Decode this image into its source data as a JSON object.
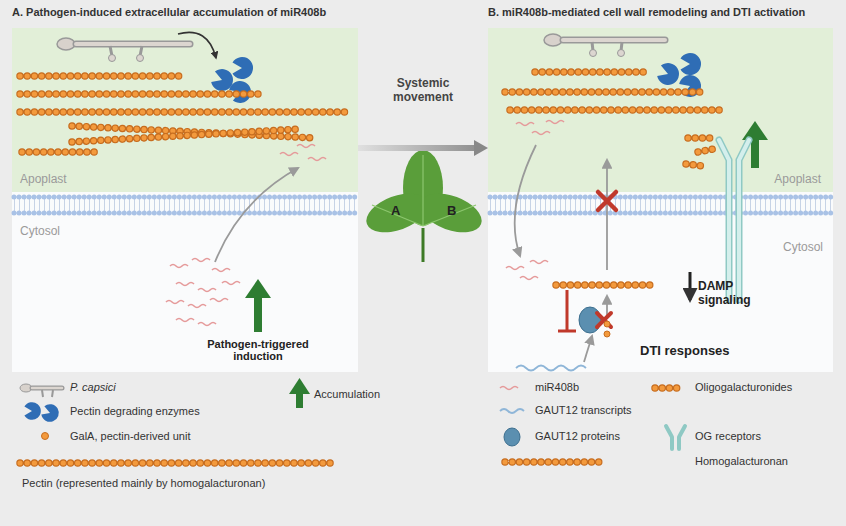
{
  "diagram": {
    "nodes": [
      {
        "text": [
          "A. Pathogen-induced extracellular accumulation of miR408b"
        ]
      },
      {
        "text": [
          "Apoplast"
        ],
        "in": 0
      },
      {
        "text": [
          "Cytosol"
        ],
        "in": 0
      },
      {
        "text": [
          "B. miR408b-mediated cell wall remodeling and DTI activation"
        ]
      },
      {
        "text": [
          "Apoplast"
        ],
        "in": 3
      },
      {
        "text": [
          "Cytosol"
        ],
        "in": 3
      }
    ],
    "edges": [
      {
        "from": 0,
        "to": 3,
        "label": "Systemic movement",
        "arrow": "to"
      }
    ],
    "labels": [
      "Pathogen-triggered induction",
      "A",
      "B",
      "DAMP signaling",
      "DTI responses"
    ],
    "legend": [
      {
        "text": "P. capsici"
      },
      {
        "text": "Pectin degrading enzymes"
      },
      {
        "text": "GalA, pectin-derived unit"
      },
      {
        "text": "Pectin (represented mainly by homogalacturonan)"
      },
      {
        "text": "Accumulation"
      },
      {
        "text": "miR408b"
      },
      {
        "text": "Oligogalacturonides"
      },
      {
        "text": "GAUT12 transcripts"
      },
      {
        "text": "GAUT12 proteins"
      },
      {
        "text": "OG receptors"
      },
      {
        "text": "Homogalacturonan"
      }
    ]
  }
}
